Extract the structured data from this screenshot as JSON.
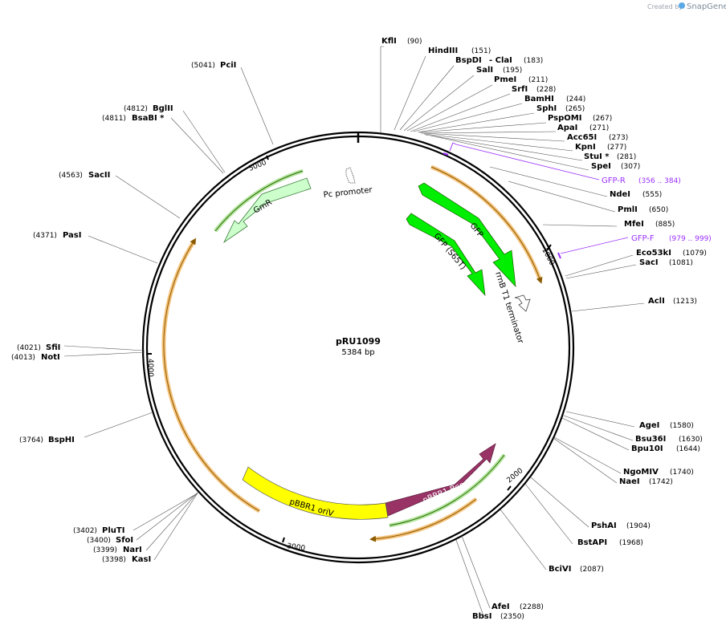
{
  "branding": {
    "created_by": "Created by",
    "app": "SnapGene"
  },
  "plasmid": {
    "name": "pRU1099",
    "length_label": "5384 bp",
    "length": 5384
  },
  "ticks": [
    "1000",
    "2000",
    "3000",
    "4000",
    "5000"
  ],
  "features": [
    {
      "name": "GFP",
      "color": "#00ee00",
      "dir": "cw"
    },
    {
      "name": "GFP (S65T)",
      "color": "#00ee00",
      "dir": "cw"
    },
    {
      "name": "rrnB T1 terminator",
      "color": "#ffffff",
      "dir": "cw"
    },
    {
      "name": "GmR",
      "color": "#ccffcc",
      "dir": "ccw"
    },
    {
      "name": "Pc promoter",
      "color": "#ffffff",
      "dir": "ccw"
    },
    {
      "name": "pBBR1 Rep",
      "color": "#993366",
      "dir": "cw"
    },
    {
      "name": "pBBR1 oriV",
      "color": "#ffff00",
      "dir": "none"
    }
  ],
  "primers": [
    {
      "name": "GFP-R",
      "range": "(356 .. 384)"
    },
    {
      "name": "GFP-F",
      "range": "(979 .. 999)"
    }
  ],
  "enzymes": [
    {
      "name": "KflI",
      "pos": "(90)"
    },
    {
      "name": "HindIII",
      "pos": "(151)"
    },
    {
      "name": "BspDI",
      "extra": "- ClaI",
      "pos": "(183)"
    },
    {
      "name": "SalI",
      "pos": "(195)"
    },
    {
      "name": "PmeI",
      "pos": "(211)"
    },
    {
      "name": "SrfI",
      "pos": "(228)"
    },
    {
      "name": "BamHI",
      "pos": "(244)"
    },
    {
      "name": "SphI",
      "pos": "(265)"
    },
    {
      "name": "PspOMI",
      "pos": "(267)"
    },
    {
      "name": "ApaI",
      "pos": "(271)"
    },
    {
      "name": "Acc65I",
      "pos": "(273)"
    },
    {
      "name": "KpnI",
      "pos": "(277)"
    },
    {
      "name": "StuI *",
      "pos": "(281)"
    },
    {
      "name": "SpeI",
      "pos": "(307)"
    },
    {
      "name": "NdeI",
      "pos": "(555)"
    },
    {
      "name": "PmlI",
      "pos": "(650)"
    },
    {
      "name": "MfeI",
      "pos": "(885)"
    },
    {
      "name": "Eco53kI",
      "pos": "(1079)"
    },
    {
      "name": "SacI",
      "pos": "(1081)"
    },
    {
      "name": "AclI",
      "pos": "(1213)"
    },
    {
      "name": "AgeI",
      "pos": "(1580)"
    },
    {
      "name": "Bsu36I",
      "pos": "(1630)"
    },
    {
      "name": "Bpu10I",
      "pos": "(1644)"
    },
    {
      "name": "NgoMIV",
      "pos": "(1740)"
    },
    {
      "name": "NaeI",
      "pos": "(1742)"
    },
    {
      "name": "PshAI",
      "pos": "(1904)"
    },
    {
      "name": "BstAPI",
      "pos": "(1968)"
    },
    {
      "name": "BciVI",
      "pos": "(2087)"
    },
    {
      "name": "AfeI",
      "pos": "(2288)"
    },
    {
      "name": "BbsI",
      "pos": "(2350)"
    },
    {
      "name": "PluTI",
      "pos": "(3402)"
    },
    {
      "name": "SfoI",
      "pos": "(3400)"
    },
    {
      "name": "NarI",
      "pos": "(3399)"
    },
    {
      "name": "KasI",
      "pos": "(3398)"
    },
    {
      "name": "BspHI",
      "pos": "(3764)"
    },
    {
      "name": "NotI",
      "pos": "(4013)"
    },
    {
      "name": "SfiI",
      "pos": "(4021)"
    },
    {
      "name": "PasI",
      "pos": "(4371)"
    },
    {
      "name": "SacII",
      "pos": "(4563)"
    },
    {
      "name": "BsaBI *",
      "pos": "(4811)"
    },
    {
      "name": "BglII",
      "pos": "(4812)"
    },
    {
      "name": "PciI",
      "pos": "(5041)"
    }
  ]
}
